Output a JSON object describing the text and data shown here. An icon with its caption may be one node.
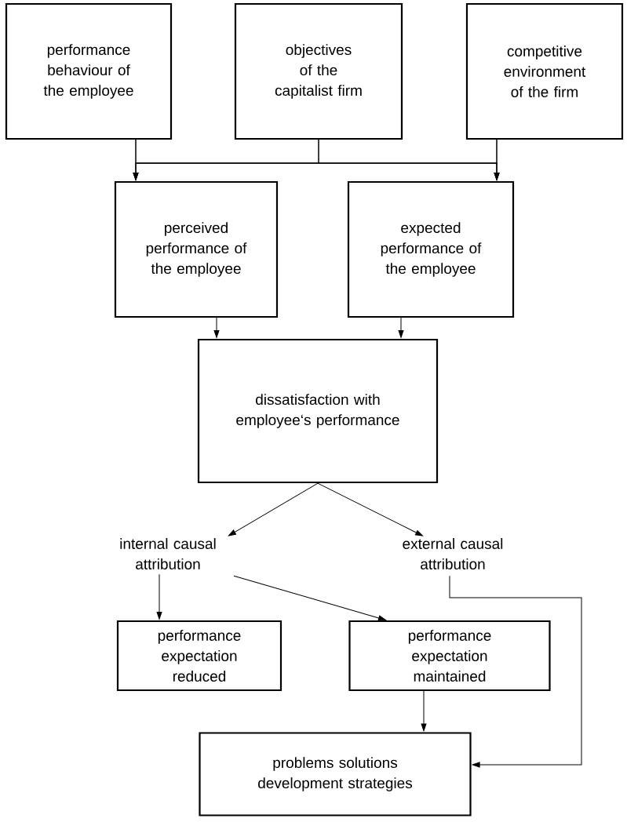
{
  "diagram": {
    "nodes": [
      {
        "text": [
          "performance behaviour of the employee"
        ]
      },
      {
        "text": [
          "objectives of the capitalist firm"
        ]
      },
      {
        "text": [
          "competitive environment of the firm"
        ]
      },
      {
        "text": [
          "perceived performance of the employee"
        ]
      },
      {
        "text": [
          "expected performance of the employee"
        ]
      },
      {
        "text": [
          "dissatisfaction with employee‘s performance"
        ]
      },
      {
        "text": [
          "internal causal attribution"
        ]
      },
      {
        "text": [
          "external causal attribution"
        ]
      },
      {
        "text": [
          "performance expectation reduced"
        ]
      },
      {
        "text": [
          "performance expectation maintained"
        ]
      },
      {
        "text": [
          "problems solutions development strategies"
        ]
      }
    ],
    "edges": [
      {
        "from": 0,
        "to": 3,
        "arrow": "to"
      },
      {
        "from": 0,
        "to": 4,
        "arrow": "to"
      },
      {
        "from": 1,
        "to": 3,
        "arrow": "to"
      },
      {
        "from": 1,
        "to": 4,
        "arrow": "to"
      },
      {
        "from": 2,
        "to": 3,
        "arrow": "to"
      },
      {
        "from": 2,
        "to": 4,
        "arrow": "to"
      },
      {
        "from": 3,
        "to": 5,
        "arrow": "to"
      },
      {
        "from": 4,
        "to": 5,
        "arrow": "to"
      },
      {
        "from": 5,
        "to": 6,
        "arrow": "to"
      },
      {
        "from": 5,
        "to": 7,
        "arrow": "to"
      },
      {
        "from": 6,
        "to": 8,
        "arrow": "to"
      },
      {
        "from": 6,
        "to": 9,
        "arrow": "to"
      },
      {
        "from": 9,
        "to": 10,
        "arrow": "to"
      },
      {
        "from": 7,
        "to": 10,
        "arrow": "to"
      }
    ]
  }
}
